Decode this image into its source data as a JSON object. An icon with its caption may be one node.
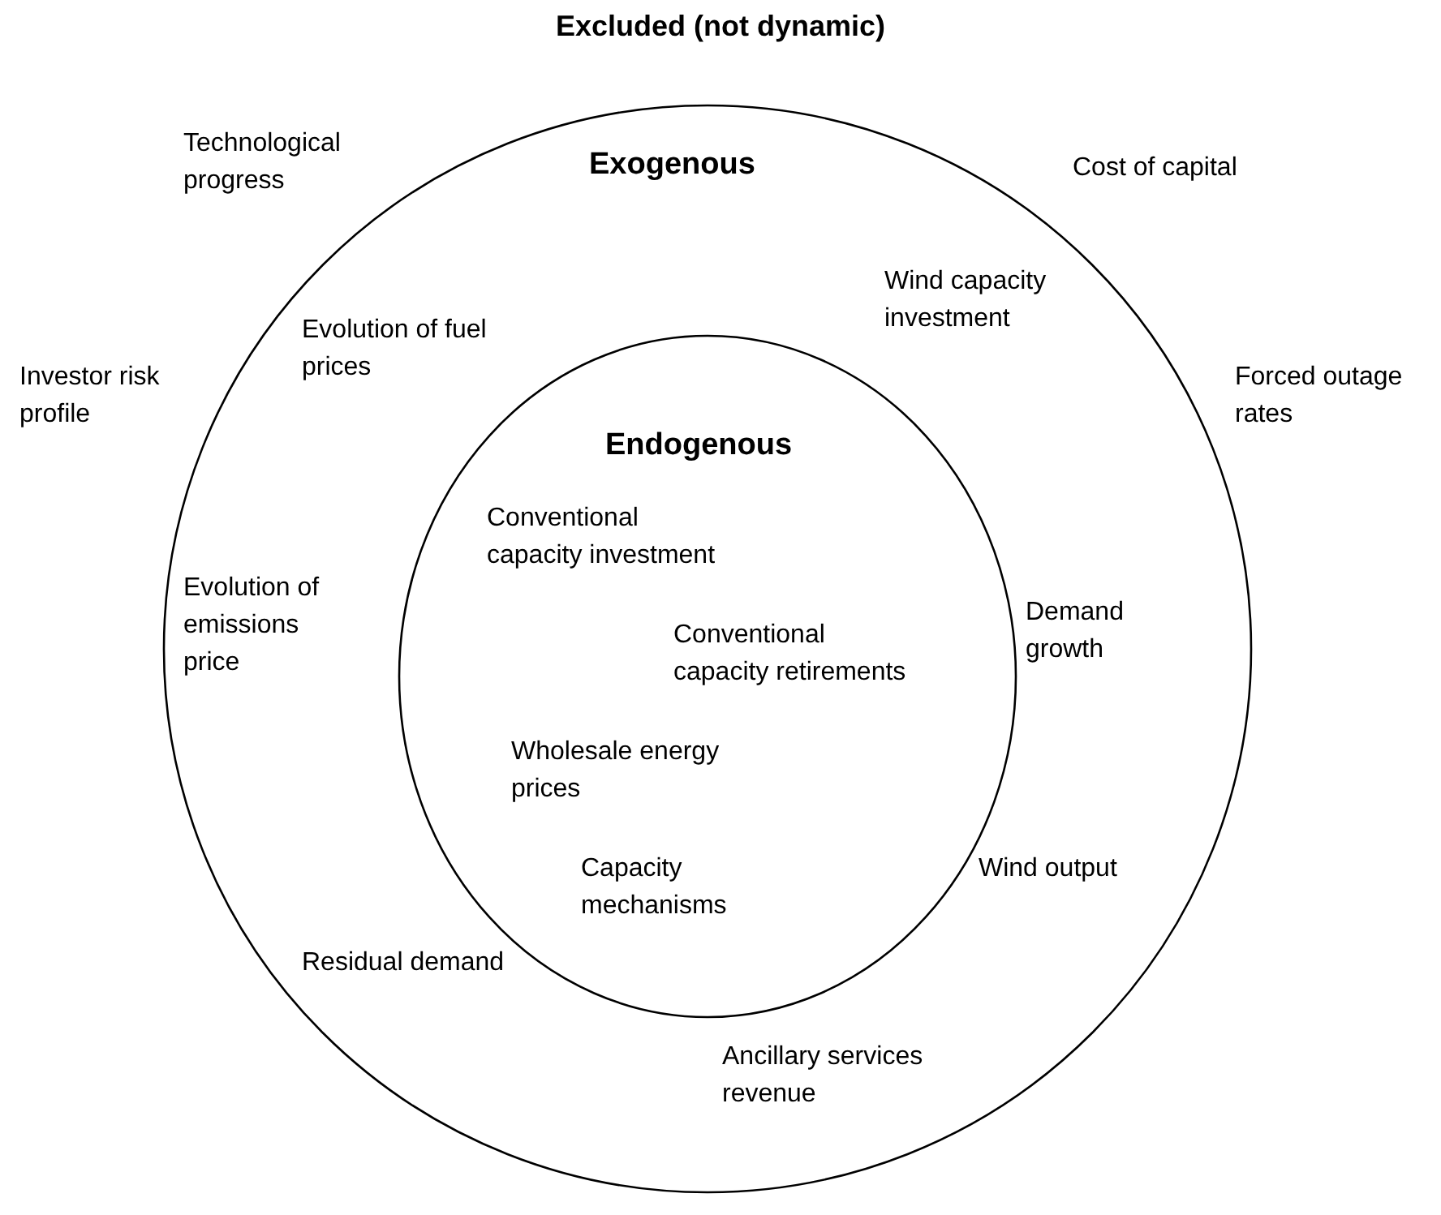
{
  "diagram": {
    "title": "Excluded (not dynamic)",
    "nodes": [
      {
        "text": [
          "Exogenous",
          "Evolution of fuel prices",
          "Wind capacity investment",
          "Evolution of emissions price",
          "Demand growth",
          "Wind output",
          "Residual demand",
          "Ancillary services revenue"
        ]
      },
      {
        "text": [
          "Endogenous",
          "Conventional capacity investment",
          "Conventional capacity retirements",
          "Wholesale energy prices",
          "Capacity mechanisms"
        ],
        "in": 0
      }
    ],
    "labels": [
      "Technological progress",
      "Cost of capital",
      "Investor risk profile",
      "Forced outage rates"
    ]
  }
}
